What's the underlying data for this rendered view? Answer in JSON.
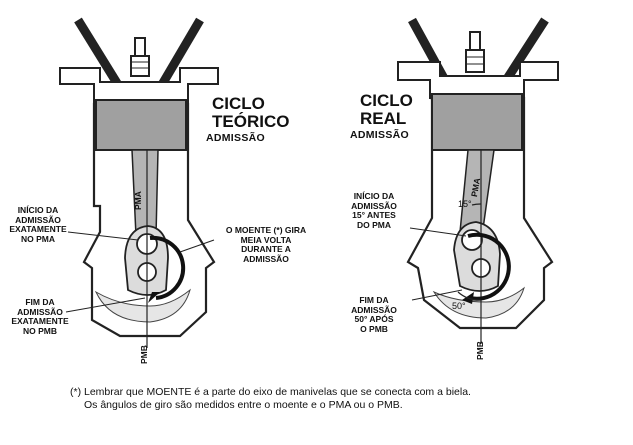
{
  "left": {
    "title_line1": "CICLO",
    "title_line2": "TEÓRICO",
    "subtitle": "ADMISSÃO",
    "start_label": [
      "INÍCIO DA",
      "ADMISSÃO",
      "EXATAMENTE",
      "NO PMA"
    ],
    "end_label": [
      "FIM DA",
      "ADMISSÃO",
      "EXATAMENTE",
      "NO PMB"
    ],
    "crank_label": [
      "O MOENTE (*) GIRA",
      "MEIA VOLTA",
      "DURANTE A",
      "ADMISSÃO"
    ],
    "pma": "PMA",
    "pmb": "PMB"
  },
  "right": {
    "title_line1": "CICLO",
    "title_line2": "REAL",
    "subtitle": "ADMISSÃO",
    "start_label": [
      "INÍCIO DA",
      "ADMISSÃO",
      "15° ANTES",
      "DO PMA"
    ],
    "end_label": [
      "FIM DA",
      "ADMISSÃO",
      "50° APÓS",
      "O PMB"
    ],
    "angle_top": "15°",
    "angle_bottom": "50°",
    "pma": "PMA",
    "pmb": "PMB"
  },
  "footnote": {
    "line1": "(*) Lembrar que MOENTE é a parte do eixo de manivelas que se conecta com a biela.",
    "line2": "Os ângulos de giro são medidos entre o moente e o PMA ou o PMB."
  }
}
